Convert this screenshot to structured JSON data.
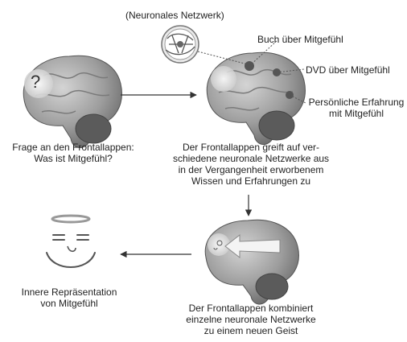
{
  "labels": {
    "network": "(Neuronales Netzwerk)",
    "book": "Buch über Mitgefühl",
    "dvd": "DVD über Mitgefühl",
    "experience_line1": "Persönliche Erfahrung",
    "experience_line2": "mit Mitgefühl",
    "question_line1": "Frage an den Frontallappen:",
    "question_line2": "Was ist Mitgefühl?",
    "access_line1": "Der Frontallappen greift auf ver-",
    "access_line2": "schiedene neuronale Netzwerke aus",
    "access_line3": "in der Vergangenheit erworbenem",
    "access_line4": "Wissen und Erfahrungen zu",
    "combine_line1": "Der Frontallappen kombiniert",
    "combine_line2": "einzelne neuronale Netzwerke",
    "combine_line3": "zu einem neuen Geist",
    "repr_line1": "Innere Repräsentation",
    "repr_line2": "von Mitgefühl",
    "question_mark": "?"
  },
  "colors": {
    "brain": "#9a9a9a",
    "brain_dark": "#6f6f6f",
    "cerebellum": "#5b5b5b",
    "stem": "#7c7c7c",
    "arrow": "#333333",
    "glow": "#d9d9d9"
  }
}
